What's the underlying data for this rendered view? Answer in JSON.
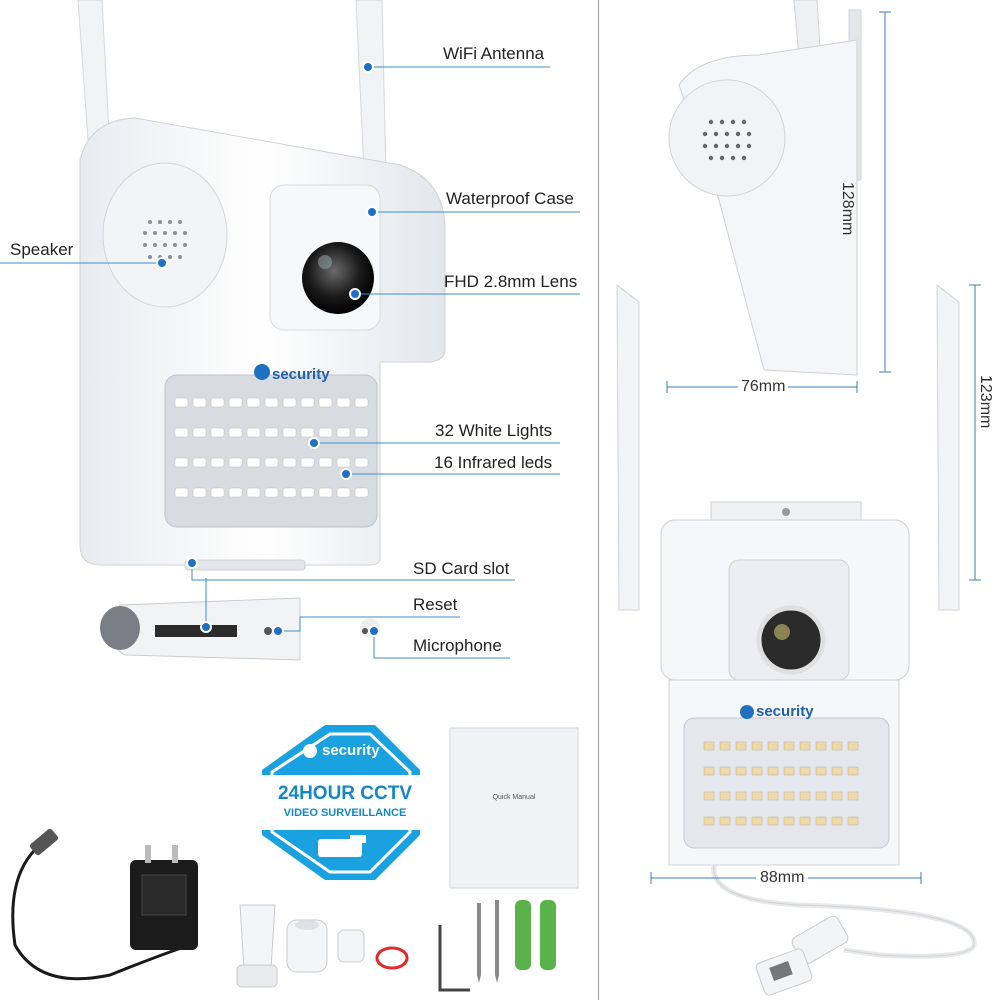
{
  "callouts": {
    "wifi_antenna": "WiFi Antenna",
    "waterproof_case": "Waterproof Case",
    "speaker": "Speaker",
    "lens": "FHD 2.8mm Lens",
    "white_lights": "32 White Lights",
    "infrared_leds": "16 Infrared leds",
    "sd_card_slot": "SD Card slot",
    "reset": "Reset",
    "microphone": "Microphone"
  },
  "dimensions": {
    "height_top": "128mm",
    "depth": "76mm",
    "height_front": "123mm",
    "width": "88mm"
  },
  "brand": {
    "logo_text": "security"
  },
  "sign": {
    "line1": "24HOUR CCTV",
    "line2": "VIDEO SURVEILLANCE"
  },
  "manual": {
    "title": "Quick Manual"
  },
  "colors": {
    "callout_line": "#3a8fd1",
    "callout_dot": "#1f6fc2",
    "sign_blue": "#1aa1e0",
    "device_white": "#f4f5f7",
    "anchor_green": "#5ab34a",
    "washer_red": "#e02a2a"
  }
}
